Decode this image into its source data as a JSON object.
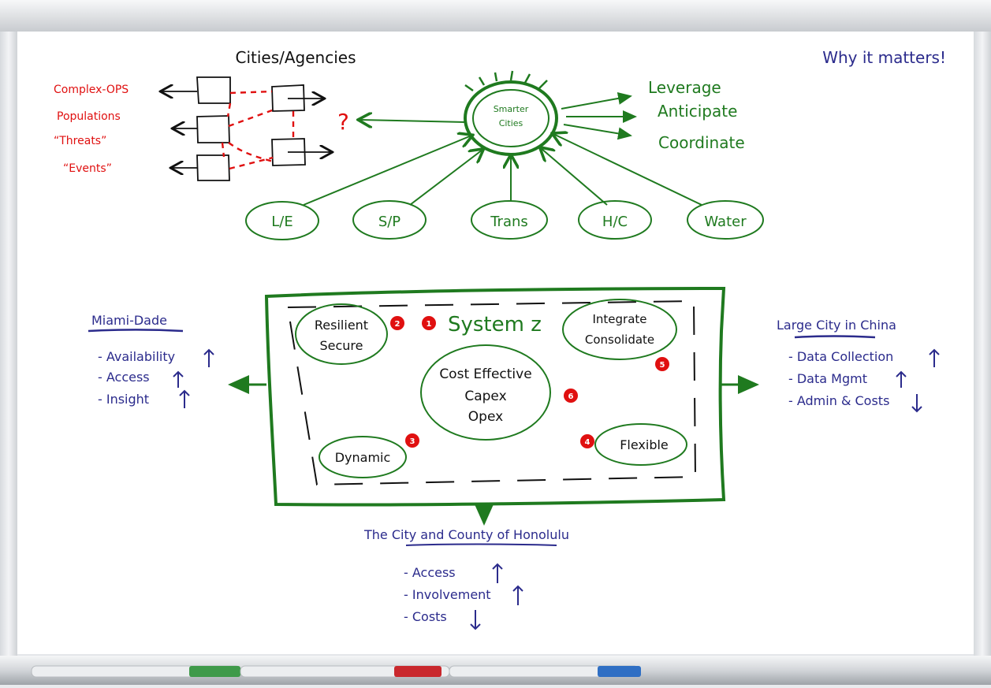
{
  "colors": {
    "black": "#111111",
    "red": "#e01010",
    "green": "#1f7a1f",
    "blue": "#2b2b8c",
    "board": "#ffffff",
    "frame": "#c9ccd1"
  },
  "top": {
    "cities_title": "Cities/Agencies",
    "why_title": "Why it matters!",
    "drivers": [
      "Complex-OPS",
      "Populations",
      "“Threats”",
      "“Events”"
    ],
    "question_mark": "?",
    "hub_line1": "Smarter",
    "hub_line2": "Cities",
    "outcomes": [
      "Leverage",
      "Anticipate",
      "Coordinate"
    ],
    "domains": [
      "L/E",
      "S/P",
      "Trans",
      "H/C",
      "Water"
    ]
  },
  "system": {
    "title": "System z",
    "resilient": "Resilient",
    "secure": "Secure",
    "integrate": "Integrate",
    "consolidate": "Consolidate",
    "cost_effective": "Cost Effective",
    "capex": "Capex",
    "opex": "Opex",
    "dynamic": "Dynamic",
    "flexible": "Flexible",
    "badges": [
      "1",
      "2",
      "3",
      "4",
      "5",
      "6"
    ]
  },
  "miami": {
    "title": "Miami-Dade",
    "items": [
      "- Availability",
      "- Access",
      "- Insight"
    ]
  },
  "china": {
    "title": "Large City in China",
    "items": [
      "- Data Collection",
      "- Data Mgmt",
      "- Admin & Costs"
    ]
  },
  "honolulu": {
    "title": "The City and County of Honolulu",
    "items": [
      "- Access",
      "- Involvement",
      "- Costs"
    ]
  },
  "markers": [
    {
      "name": "green-marker",
      "color": "#3f9a4a"
    },
    {
      "name": "red-marker",
      "color": "#c9282d"
    },
    {
      "name": "blue-marker",
      "color": "#2f6fc4"
    }
  ]
}
